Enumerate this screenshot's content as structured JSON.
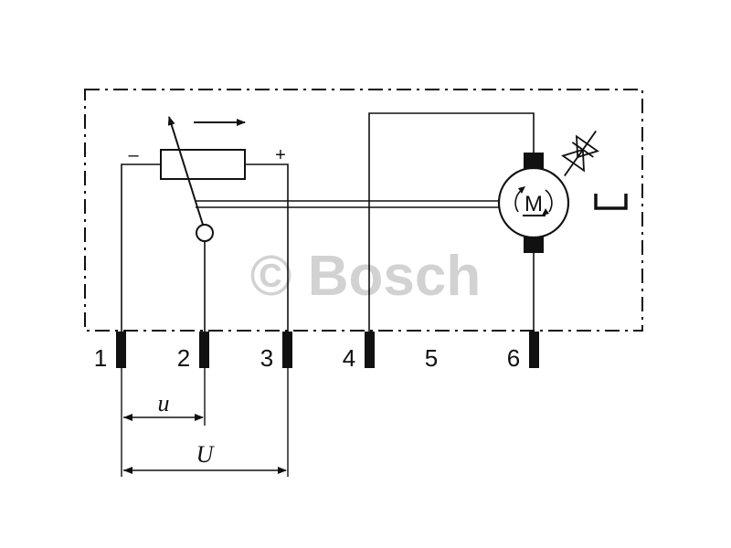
{
  "diagram": {
    "minus_sign": "–",
    "plus_sign": "+",
    "motor_label": "M",
    "watermark": "© Bosch",
    "pins": [
      {
        "label": "1"
      },
      {
        "label": "2"
      },
      {
        "label": "3"
      },
      {
        "label": "4"
      },
      {
        "label": "5"
      },
      {
        "label": "6"
      }
    ],
    "voltage_small": "u",
    "voltage_total": "U",
    "colors": {
      "line": "#111111",
      "pin": "#111111",
      "watermark": "#c8c8c8"
    }
  }
}
